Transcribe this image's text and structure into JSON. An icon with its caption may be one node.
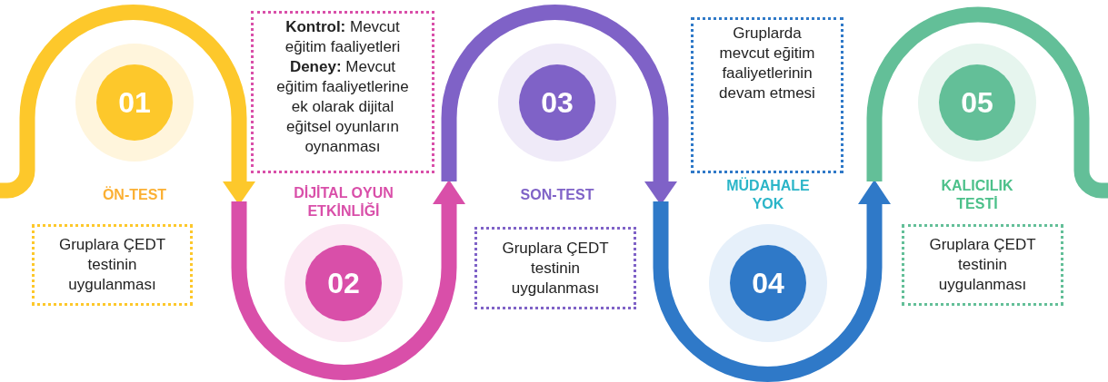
{
  "diagram": {
    "nodes": [
      {
        "text": [
          "01"
        ]
      },
      {
        "text": [
          "Gruplara ÇEDT testinin uygulanması"
        ]
      },
      {
        "text": [
          "**Kontrol:** Mevcut eğitim faaliyetleri",
          "**Deney:** Mevcut eğitim faaliyetlerine ek olarak dijital eğitsel oyunların oynanması"
        ]
      },
      {
        "text": [
          "02"
        ]
      },
      {
        "text": [
          "03"
        ]
      },
      {
        "text": [
          "Gruplara ÇEDT testinin uygulanması"
        ]
      },
      {
        "text": [
          "Gruplarda mevcut eğitim faaliyetlerinin devam etmesi"
        ]
      },
      {
        "text": [
          "04"
        ]
      },
      {
        "text": [
          "05"
        ]
      },
      {
        "text": [
          "Gruplara ÇEDT testinin uygulanması"
        ]
      }
    ],
    "labels": [
      "ÖN-TEST",
      "DİJİTAL OYUN ETKİNLİĞİ",
      "SON-TEST",
      "MÜDAHALE YOK",
      "KALICILIK TESTİ"
    ]
  }
}
